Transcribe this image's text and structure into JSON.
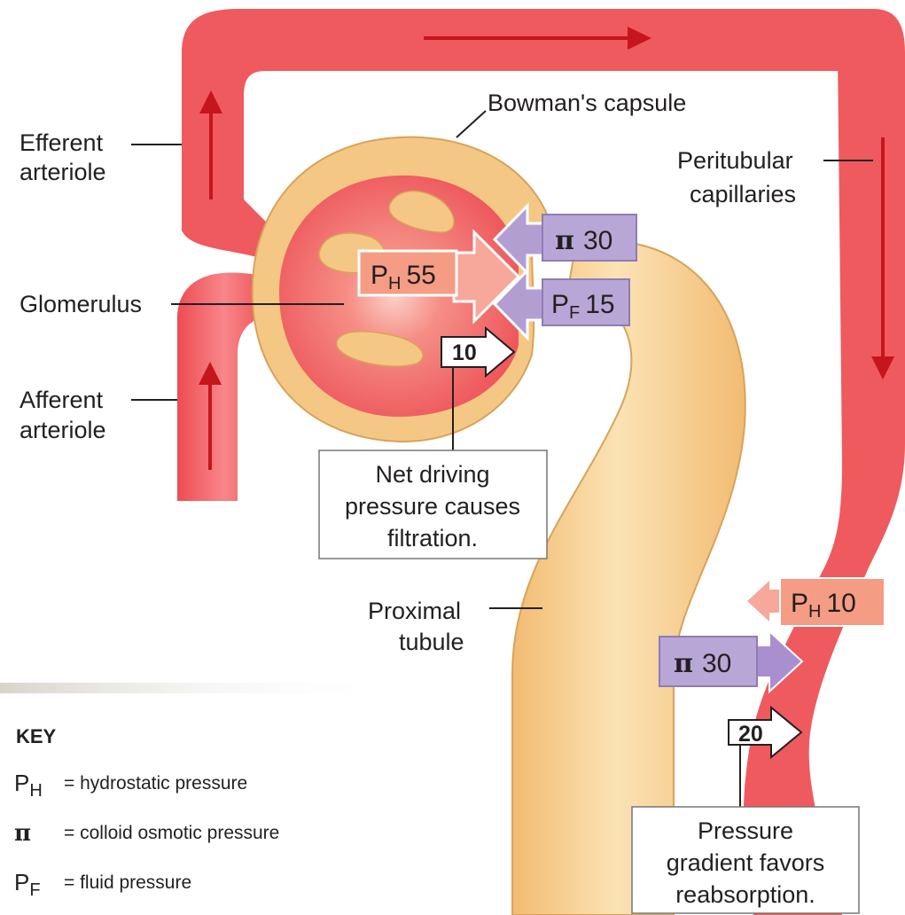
{
  "labels": {
    "bowmans_capsule": "Bowman's capsule",
    "efferent_line1": "Efferent",
    "efferent_line2": "arteriole",
    "peritubular_line1": "Peritubular",
    "peritubular_line2": "capillaries",
    "glomerulus": "Glomerulus",
    "afferent_line1": "Afferent",
    "afferent_line2": "arteriole",
    "proximal_line1": "Proximal",
    "proximal_line2": "tubule"
  },
  "glomerulus_pressures": {
    "ph": {
      "symbol": "P",
      "sub": "H",
      "value": "55"
    },
    "pi": {
      "symbol": "π",
      "value": "30"
    },
    "pf": {
      "symbol": "P",
      "sub": "F",
      "value": "15"
    },
    "net": "10",
    "callout": [
      "Net driving",
      "pressure causes",
      "filtration."
    ]
  },
  "capillary_pressures": {
    "ph": {
      "symbol": "P",
      "sub": "H",
      "value": "10"
    },
    "pi": {
      "symbol": "π",
      "value": "30"
    },
    "net": "20",
    "callout": [
      "Pressure",
      "gradient favors",
      "reabsorption."
    ]
  },
  "key": {
    "title": "KEY",
    "items": [
      {
        "symbol": "P",
        "sub": "H",
        "text": "= hydrostatic pressure"
      },
      {
        "symbol": "π",
        "sub": "",
        "text": "= colloid osmotic pressure"
      },
      {
        "symbol": "P",
        "sub": "F",
        "text": "= fluid pressure"
      }
    ]
  },
  "colors": {
    "vessel": "#ef5a5e",
    "vessel_light": "#f7a3a3",
    "tubule": "#f4c884",
    "tubule_edge": "#d9a25a",
    "hydrostatic_box": "#f59c85",
    "osmotic_box": "#b8a7d6",
    "flow_arrow": "#c4161c"
  }
}
